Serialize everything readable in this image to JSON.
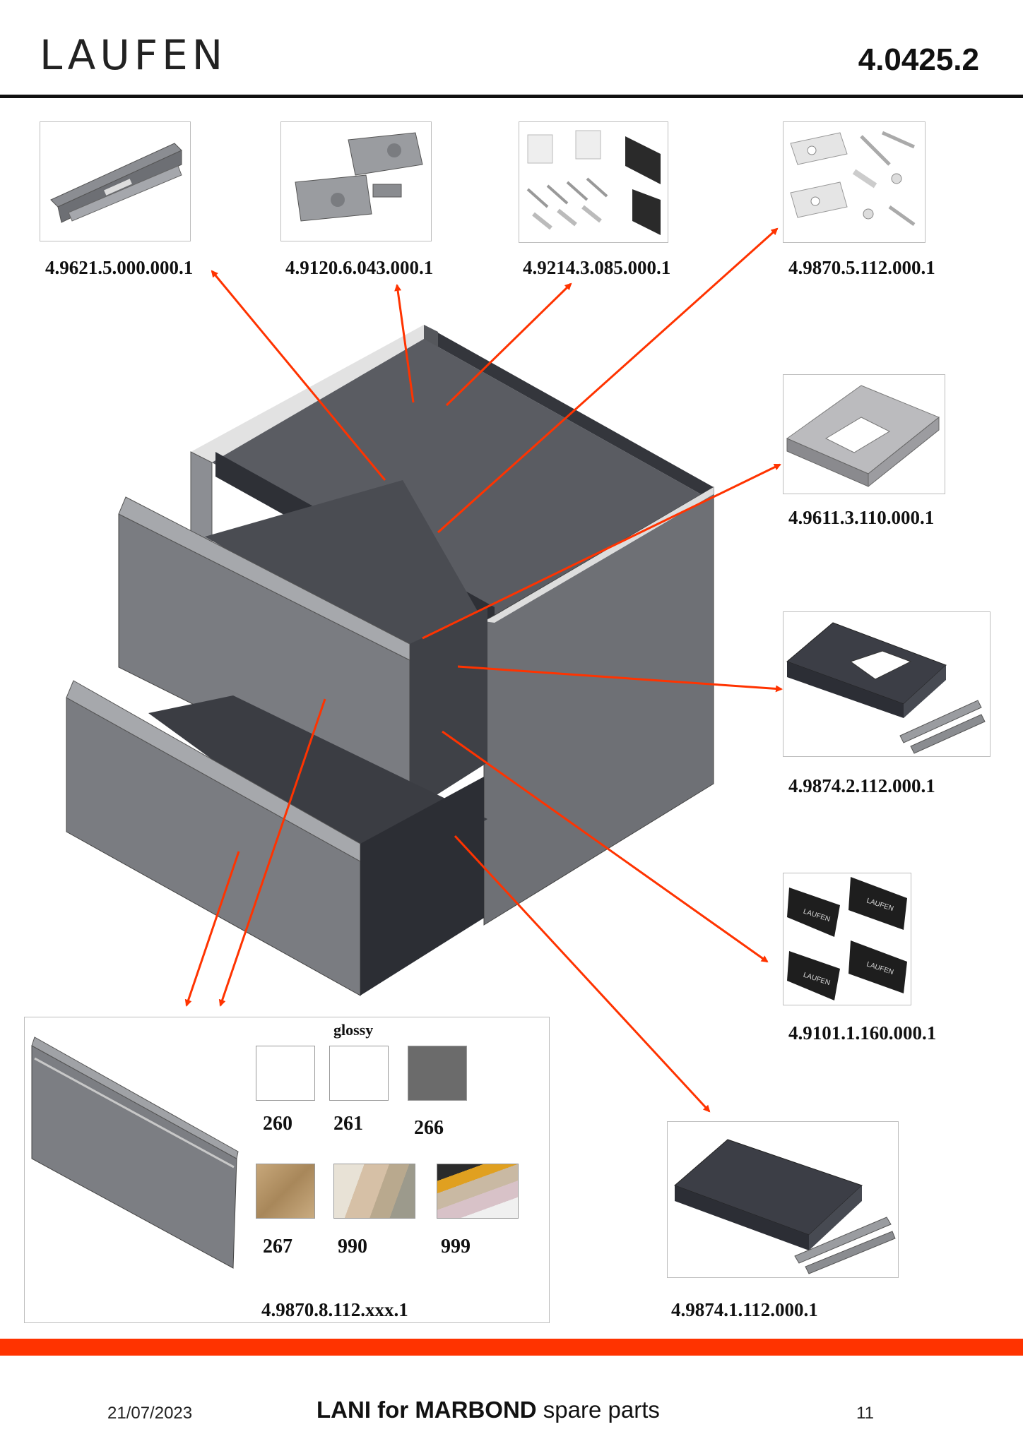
{
  "header": {
    "logo": "LAUFEN",
    "doc_number": "4.0425.2"
  },
  "parts": [
    {
      "code": "4.9621.5.000.000.1",
      "icon": "drawer-runner-rails"
    },
    {
      "code": "4.9120.6.043.000.1",
      "icon": "hinge-brackets"
    },
    {
      "code": "4.9214.3.085.000.1",
      "icon": "wall-mounting-set"
    },
    {
      "code": "4.9870.5.112.000.1",
      "icon": "mounting-brackets-screws"
    },
    {
      "code": "4.9611.3.110.000.1",
      "icon": "siphon-cutout-drawer-insert"
    },
    {
      "code": "4.9874.2.112.000.1",
      "icon": "upper-drawer-box"
    },
    {
      "code": "4.9101.1.160.000.1",
      "icon": "laufen-logo-labels"
    },
    {
      "code": "4.9874.1.112.000.1",
      "icon": "lower-drawer-box"
    }
  ],
  "front_panel": {
    "finish_label": "glossy",
    "code": "4.9870.8.112.xxx.1",
    "colors": [
      {
        "code": "260",
        "hex": "#ffffff"
      },
      {
        "code": "261",
        "hex": "#ffffff"
      },
      {
        "code": "266",
        "hex": "#6b6b6b"
      },
      {
        "code": "267",
        "hex": "#b89a70"
      },
      {
        "code": "990",
        "hex": "#d9c9b4"
      },
      {
        "code": "999",
        "hex": "#c8b08a"
      }
    ]
  },
  "logo_labels": [
    "LAUFEN",
    "LAUFEN",
    "LAUFEN",
    "LAUFEN"
  ],
  "footer": {
    "date": "21/07/2023",
    "title_bold": "LANI for MARBOND",
    "title_rest": " spare parts",
    "page": "11"
  },
  "colors": {
    "accent": "#ff3300",
    "cabinet": "#6e7075",
    "cabinet_dark": "#3a3c42"
  }
}
